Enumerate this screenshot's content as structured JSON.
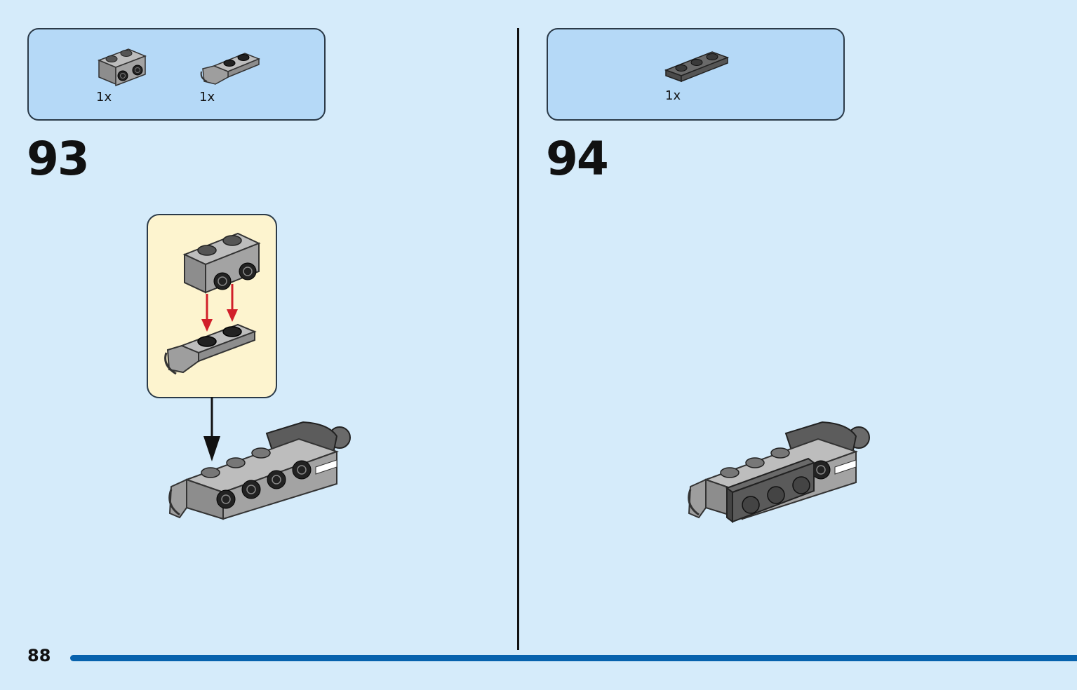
{
  "steps": [
    {
      "number": "93",
      "parts": [
        {
          "icon": "bracket-1x2-2x2-icon",
          "qty": "1x",
          "color": "#9c9c9c"
        },
        {
          "icon": "plate-1x2-clip-icon",
          "qty": "1x",
          "color": "#9c9c9c"
        }
      ]
    },
    {
      "number": "94",
      "parts": [
        {
          "icon": "plate-1x3-dark-gray-icon",
          "qty": "1x",
          "color": "#5a5a5a"
        }
      ]
    }
  ],
  "footer": {
    "page_number": "88"
  },
  "colors": {
    "background": "#d5ebfa",
    "parts_box": "#b5d9f7",
    "callout": "#fdf4cf",
    "footer_bar": "#0762ad",
    "arrow_red": "#d11f2a"
  }
}
